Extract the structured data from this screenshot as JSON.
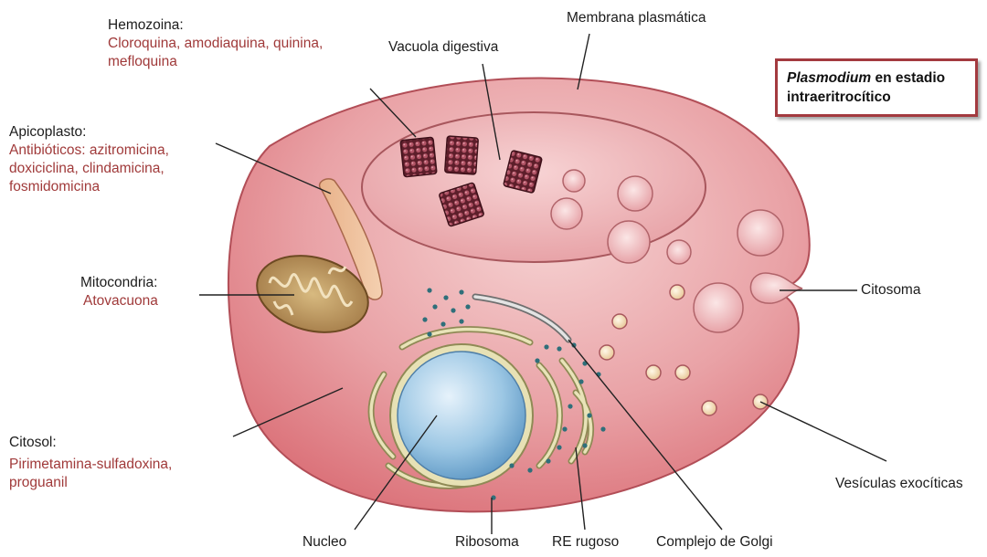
{
  "title_box": {
    "organism": "Plasmodium",
    "rest_line1": " en estadio",
    "line2": "intraeritrocítico"
  },
  "labels": {
    "hemozoina": {
      "name": "Hemozoina:",
      "drugs": [
        "Cloroquina, amodiaquina, quinina,",
        "mefloquina"
      ]
    },
    "apicoplasto": {
      "name": "Apicoplasto:",
      "drugs": [
        "Antibióticos: azitromicina,",
        "doxiciclina, clindamicina,",
        "fosmidomicina"
      ]
    },
    "mitocondria": {
      "name": "Mitocondria:",
      "drugs": [
        "Atovacuona"
      ]
    },
    "citosol": {
      "name": "Citosol:",
      "drugs": [
        "Pirimetamina-sulfadoxina,",
        "proguanil"
      ]
    },
    "vacuola": "Vacuola digestiva",
    "membrana": "Membrana plasmática",
    "citosoma": "Citosoma",
    "vesiculas": "Vesículas exocíticas",
    "nucleo": "Nucleo",
    "ribosoma": "Ribosoma",
    "re_rugoso": "RE rugoso",
    "golgi": "Complejo de Golgi"
  },
  "colors": {
    "cell": "#e0878d",
    "vacuole": "#eca4a8",
    "nucleus": "#9cc7e4",
    "er": "#ddd6a6",
    "hemozoin": "#6e2a36",
    "drug_text": "#a03a3a",
    "box_border": "#a33a3f"
  }
}
